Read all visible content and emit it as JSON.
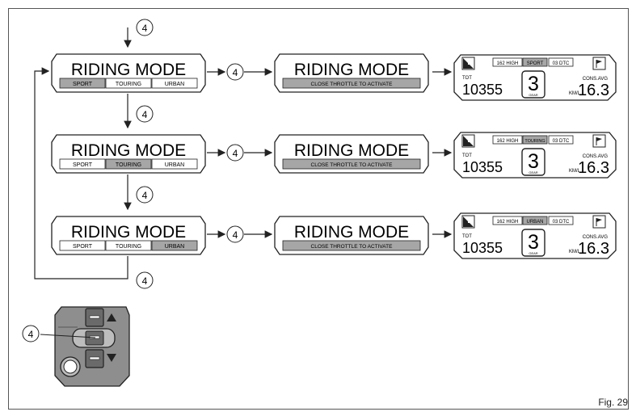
{
  "figure": {
    "label": "Fig. 29"
  },
  "step_number": "4",
  "menu": {
    "title": "RIDING MODE",
    "options": [
      "SPORT",
      "TOURING",
      "URBAN"
    ],
    "activate_message": "CLOSE THROTTLE TO ACTIVATE"
  },
  "rows": [
    {
      "selected_index": 0,
      "dash_mode": "SPORT"
    },
    {
      "selected_index": 1,
      "dash_mode": "TOURING"
    },
    {
      "selected_index": 2,
      "dash_mode": "URBAN"
    }
  ],
  "dashboard": {
    "high_label": "162 HIGH",
    "dtc_label": "03 DTC",
    "tot_label": "TOT",
    "odometer": "10355",
    "gear_value": "3",
    "gear_label": "GEAR",
    "cons_label": "CONS.AVG",
    "cons_unit": "KM/L",
    "cons_value": "16.3"
  },
  "colors": {
    "line": "#222222",
    "selected_fill": "#a6a6a6",
    "switch_body": "#8e8e8e",
    "switch_button": "#6a6a6a"
  },
  "icons": [
    "fuel-icon",
    "flag-icon",
    "up-arrow-icon",
    "down-arrow-icon"
  ]
}
